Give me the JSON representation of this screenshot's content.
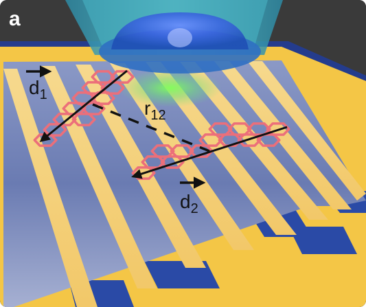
{
  "panel_label": "a",
  "labels": {
    "d1": {
      "main": "d",
      "sub": "1"
    },
    "r12": {
      "main": "r",
      "sub": "12"
    },
    "d2": {
      "main": "d",
      "sub": "2"
    }
  },
  "colors": {
    "gold": "#f6c443",
    "stripe": "#f4cd70",
    "gap": "#5d6fa7",
    "substrate_blue": "#233a8c",
    "background": "#3a3a3a",
    "molecule": "#ec6f7a",
    "arrow": "#111111",
    "objective": "#3ab1c4"
  }
}
